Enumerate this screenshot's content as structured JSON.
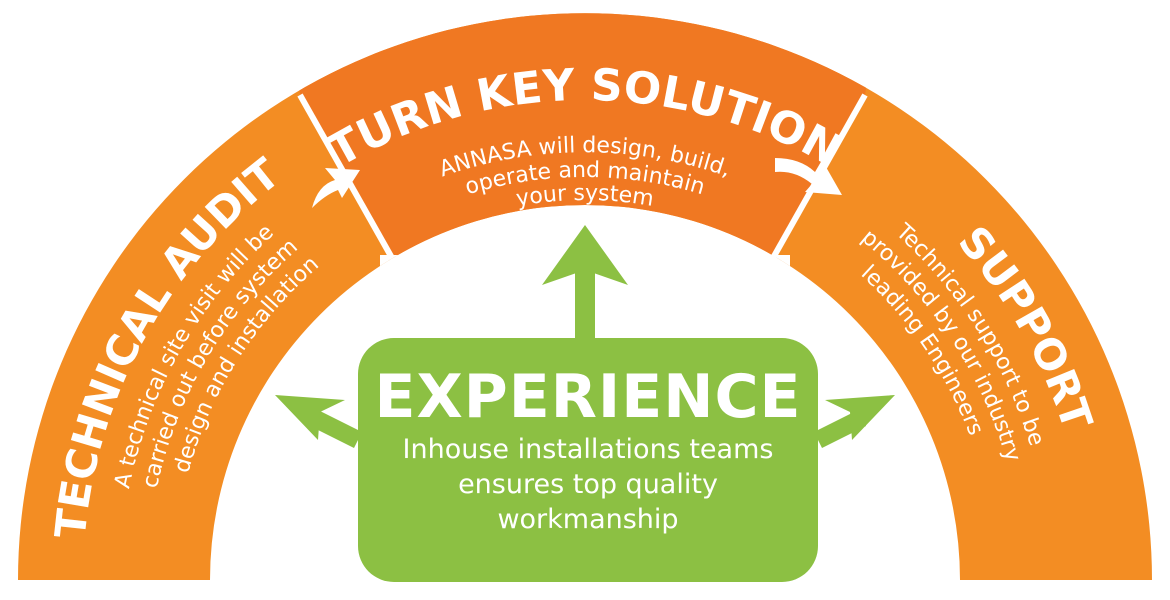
{
  "colors": {
    "side_orange": "#f38d23",
    "center_orange": "#f07822",
    "green": "#8cc043",
    "white": "#ffffff"
  },
  "technical_audit": {
    "title": "TECHNICAL AUDIT",
    "lines": [
      "A technical site visit will be",
      "carried out before system",
      "design and installation"
    ]
  },
  "turn_key": {
    "title": "TURN KEY SOLUTION",
    "lines": [
      "ANNASA will design, build,",
      "operate and maintain",
      "your system"
    ]
  },
  "support": {
    "title": "SUPPORT",
    "lines": [
      "Technical support to be",
      "provided by our industry",
      "leading Engineers"
    ]
  },
  "experience": {
    "title": "EXPERIENCE",
    "lines": [
      "Inhouse installations teams",
      "ensures top quality",
      "workmanship"
    ]
  }
}
